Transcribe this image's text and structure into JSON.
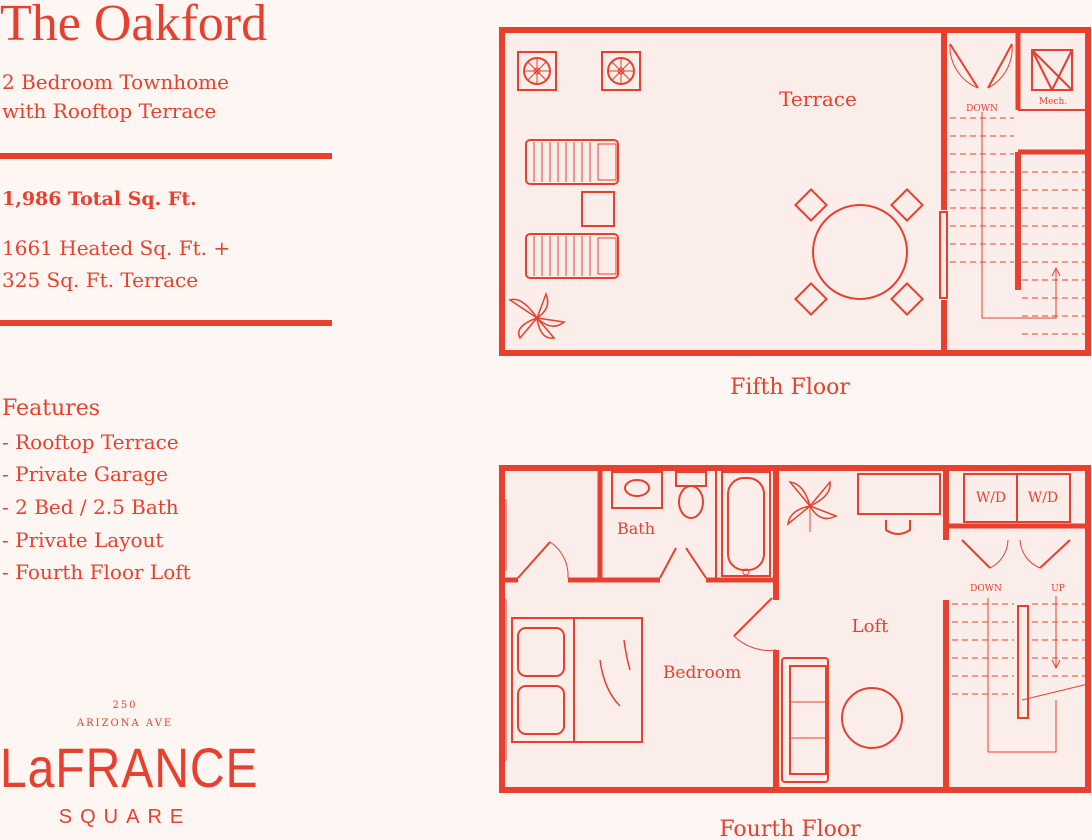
{
  "header": {
    "title": "The Oakford",
    "subtitle_line1": "2 Bedroom Townhome",
    "subtitle_line2": "with Rooftop Terrace"
  },
  "details": {
    "total_sqft": "1,986 Total Sq. Ft.",
    "heated_line": "1661 Heated Sq. Ft. +",
    "terrace_line": "325 Sq. Ft. Terrace"
  },
  "features": {
    "heading": "Features",
    "items": [
      "- Rooftop Terrace",
      "- Private Garage",
      "- 2 Bed / 2.5 Bath",
      "- Private Layout",
      "- Fourth Floor Loft"
    ]
  },
  "branding": {
    "address_number": "250",
    "address_street": "ARIZONA AVE",
    "name": "LaFRANCE",
    "name_sub": "SQUARE"
  },
  "fifth_floor": {
    "label": "Fifth Floor",
    "room_terrace": "Terrace",
    "stair_down": "DOWN",
    "mech": "Mech."
  },
  "fourth_floor": {
    "label": "Fourth Floor",
    "room_bath": "Bath",
    "room_bedroom": "Bedroom",
    "room_loft": "Loft",
    "washer_dryer_1": "W/D",
    "washer_dryer_2": "W/D",
    "stair_down": "DOWN",
    "stair_up": "UP"
  },
  "colors": {
    "accent": "#e8402e",
    "background": "#fdf6f3",
    "room_fill": "#fbeeea"
  }
}
